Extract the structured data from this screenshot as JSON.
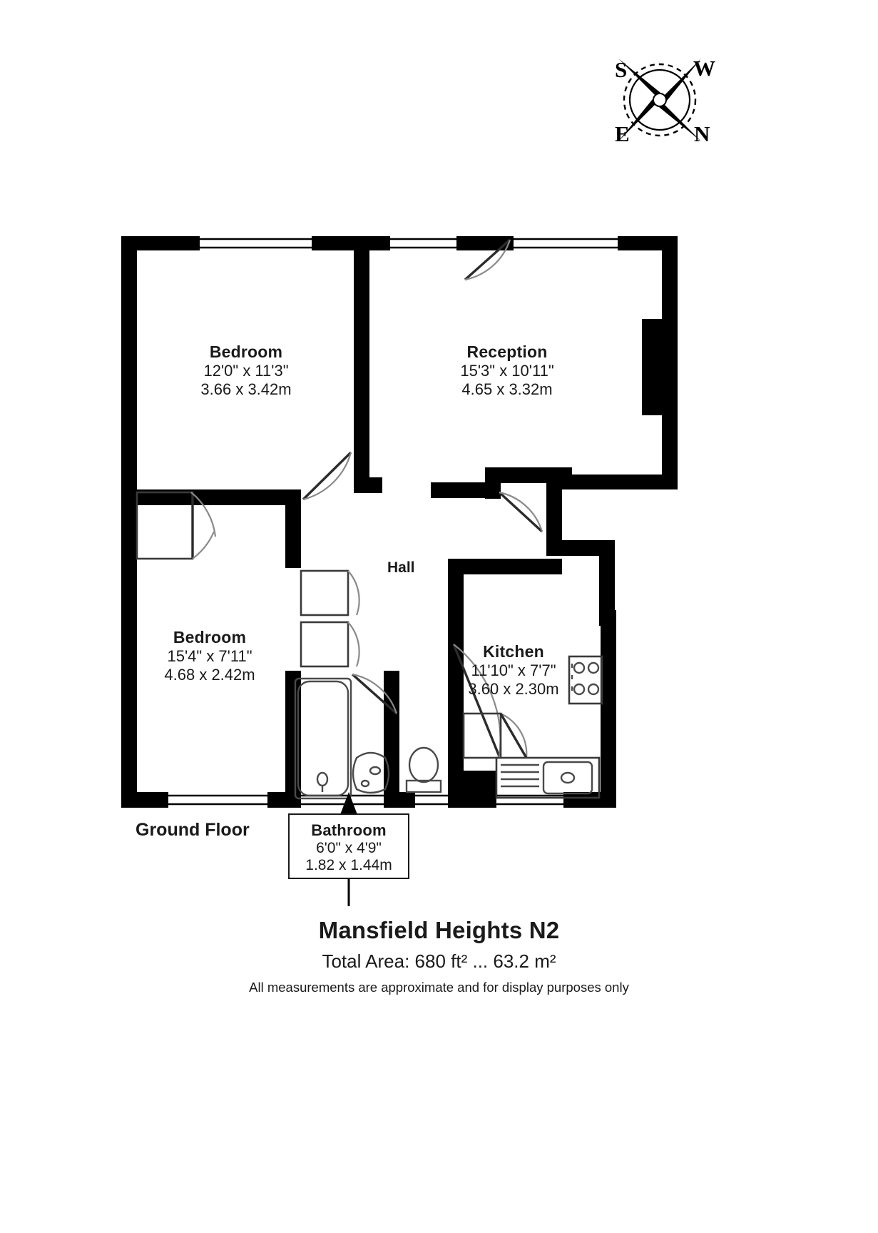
{
  "document": {
    "type": "floor-plan",
    "title": "Mansfield Heights N2",
    "total_area": "Total Area: 680 ft² ... 63.2 m²",
    "disclaimer": "All measurements are approximate and for display purposes only",
    "floor_label": "Ground Floor"
  },
  "compass": {
    "name": "compass-rose",
    "north": "N",
    "south": "S",
    "east": "E",
    "west": "W"
  },
  "rooms": [
    {
      "key": "bedroom-1",
      "name": "Bedroom",
      "dims_imperial": "12'0\" x 11'3\"",
      "dims_metric": "3.66 x 3.42m"
    },
    {
      "key": "reception",
      "name": "Reception",
      "dims_imperial": "15'3\" x 10'11\"",
      "dims_metric": "4.65 x 3.32m"
    },
    {
      "key": "bedroom-2",
      "name": "Bedroom",
      "dims_imperial": "15'4\" x 7'11\"",
      "dims_metric": "4.68 x 2.42m"
    },
    {
      "key": "kitchen",
      "name": "Kitchen",
      "dims_imperial": "11'10\" x 7'7\"",
      "dims_metric": "3.60 x 2.30m"
    },
    {
      "key": "bathroom",
      "name": "Bathroom",
      "dims_imperial": "6'0\" x 4'9\"",
      "dims_metric": "1.82 x 1.44m"
    },
    {
      "key": "hall",
      "name": "Hall",
      "dims_imperial": "",
      "dims_metric": ""
    }
  ],
  "colors": {
    "wall": "#000000",
    "background": "#ffffff",
    "text": "#1a1a1a",
    "fixture_stroke": "#4a4a4a",
    "door_swing": "#8a8a8a"
  },
  "fixtures": [
    "bathtub",
    "wash-basin",
    "toilet",
    "kitchen-hob",
    "kitchen-sink",
    "kitchen-worktop",
    "wardrobe",
    "cupboard"
  ]
}
